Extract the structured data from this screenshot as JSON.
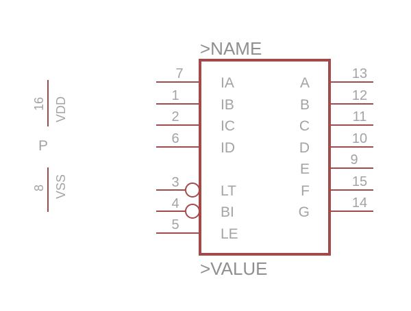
{
  "symbol": {
    "name_attr": ">NAME",
    "value_attr": ">VALUE",
    "body_color": "#a24a4a",
    "text_color": "#a3a3a3"
  },
  "pins_left": [
    {
      "num": "7",
      "name": "IA",
      "inverted": false
    },
    {
      "num": "1",
      "name": "IB",
      "inverted": false
    },
    {
      "num": "2",
      "name": "IC",
      "inverted": false
    },
    {
      "num": "6",
      "name": "ID",
      "inverted": false
    },
    {
      "num": "3",
      "name": "LT",
      "inverted": true
    },
    {
      "num": "4",
      "name": "BI",
      "inverted": true
    },
    {
      "num": "5",
      "name": "LE",
      "inverted": false
    }
  ],
  "pins_right": [
    {
      "num": "13",
      "name": "A"
    },
    {
      "num": "12",
      "name": "B"
    },
    {
      "num": "11",
      "name": "C"
    },
    {
      "num": "10",
      "name": "D"
    },
    {
      "num": "9",
      "name": "E"
    },
    {
      "num": "15",
      "name": "F"
    },
    {
      "num": "14",
      "name": "G"
    }
  ],
  "power_gate": {
    "label": "P",
    "vdd": {
      "num": "16",
      "name": "VDD"
    },
    "vss": {
      "num": "8",
      "name": "VSS"
    }
  }
}
